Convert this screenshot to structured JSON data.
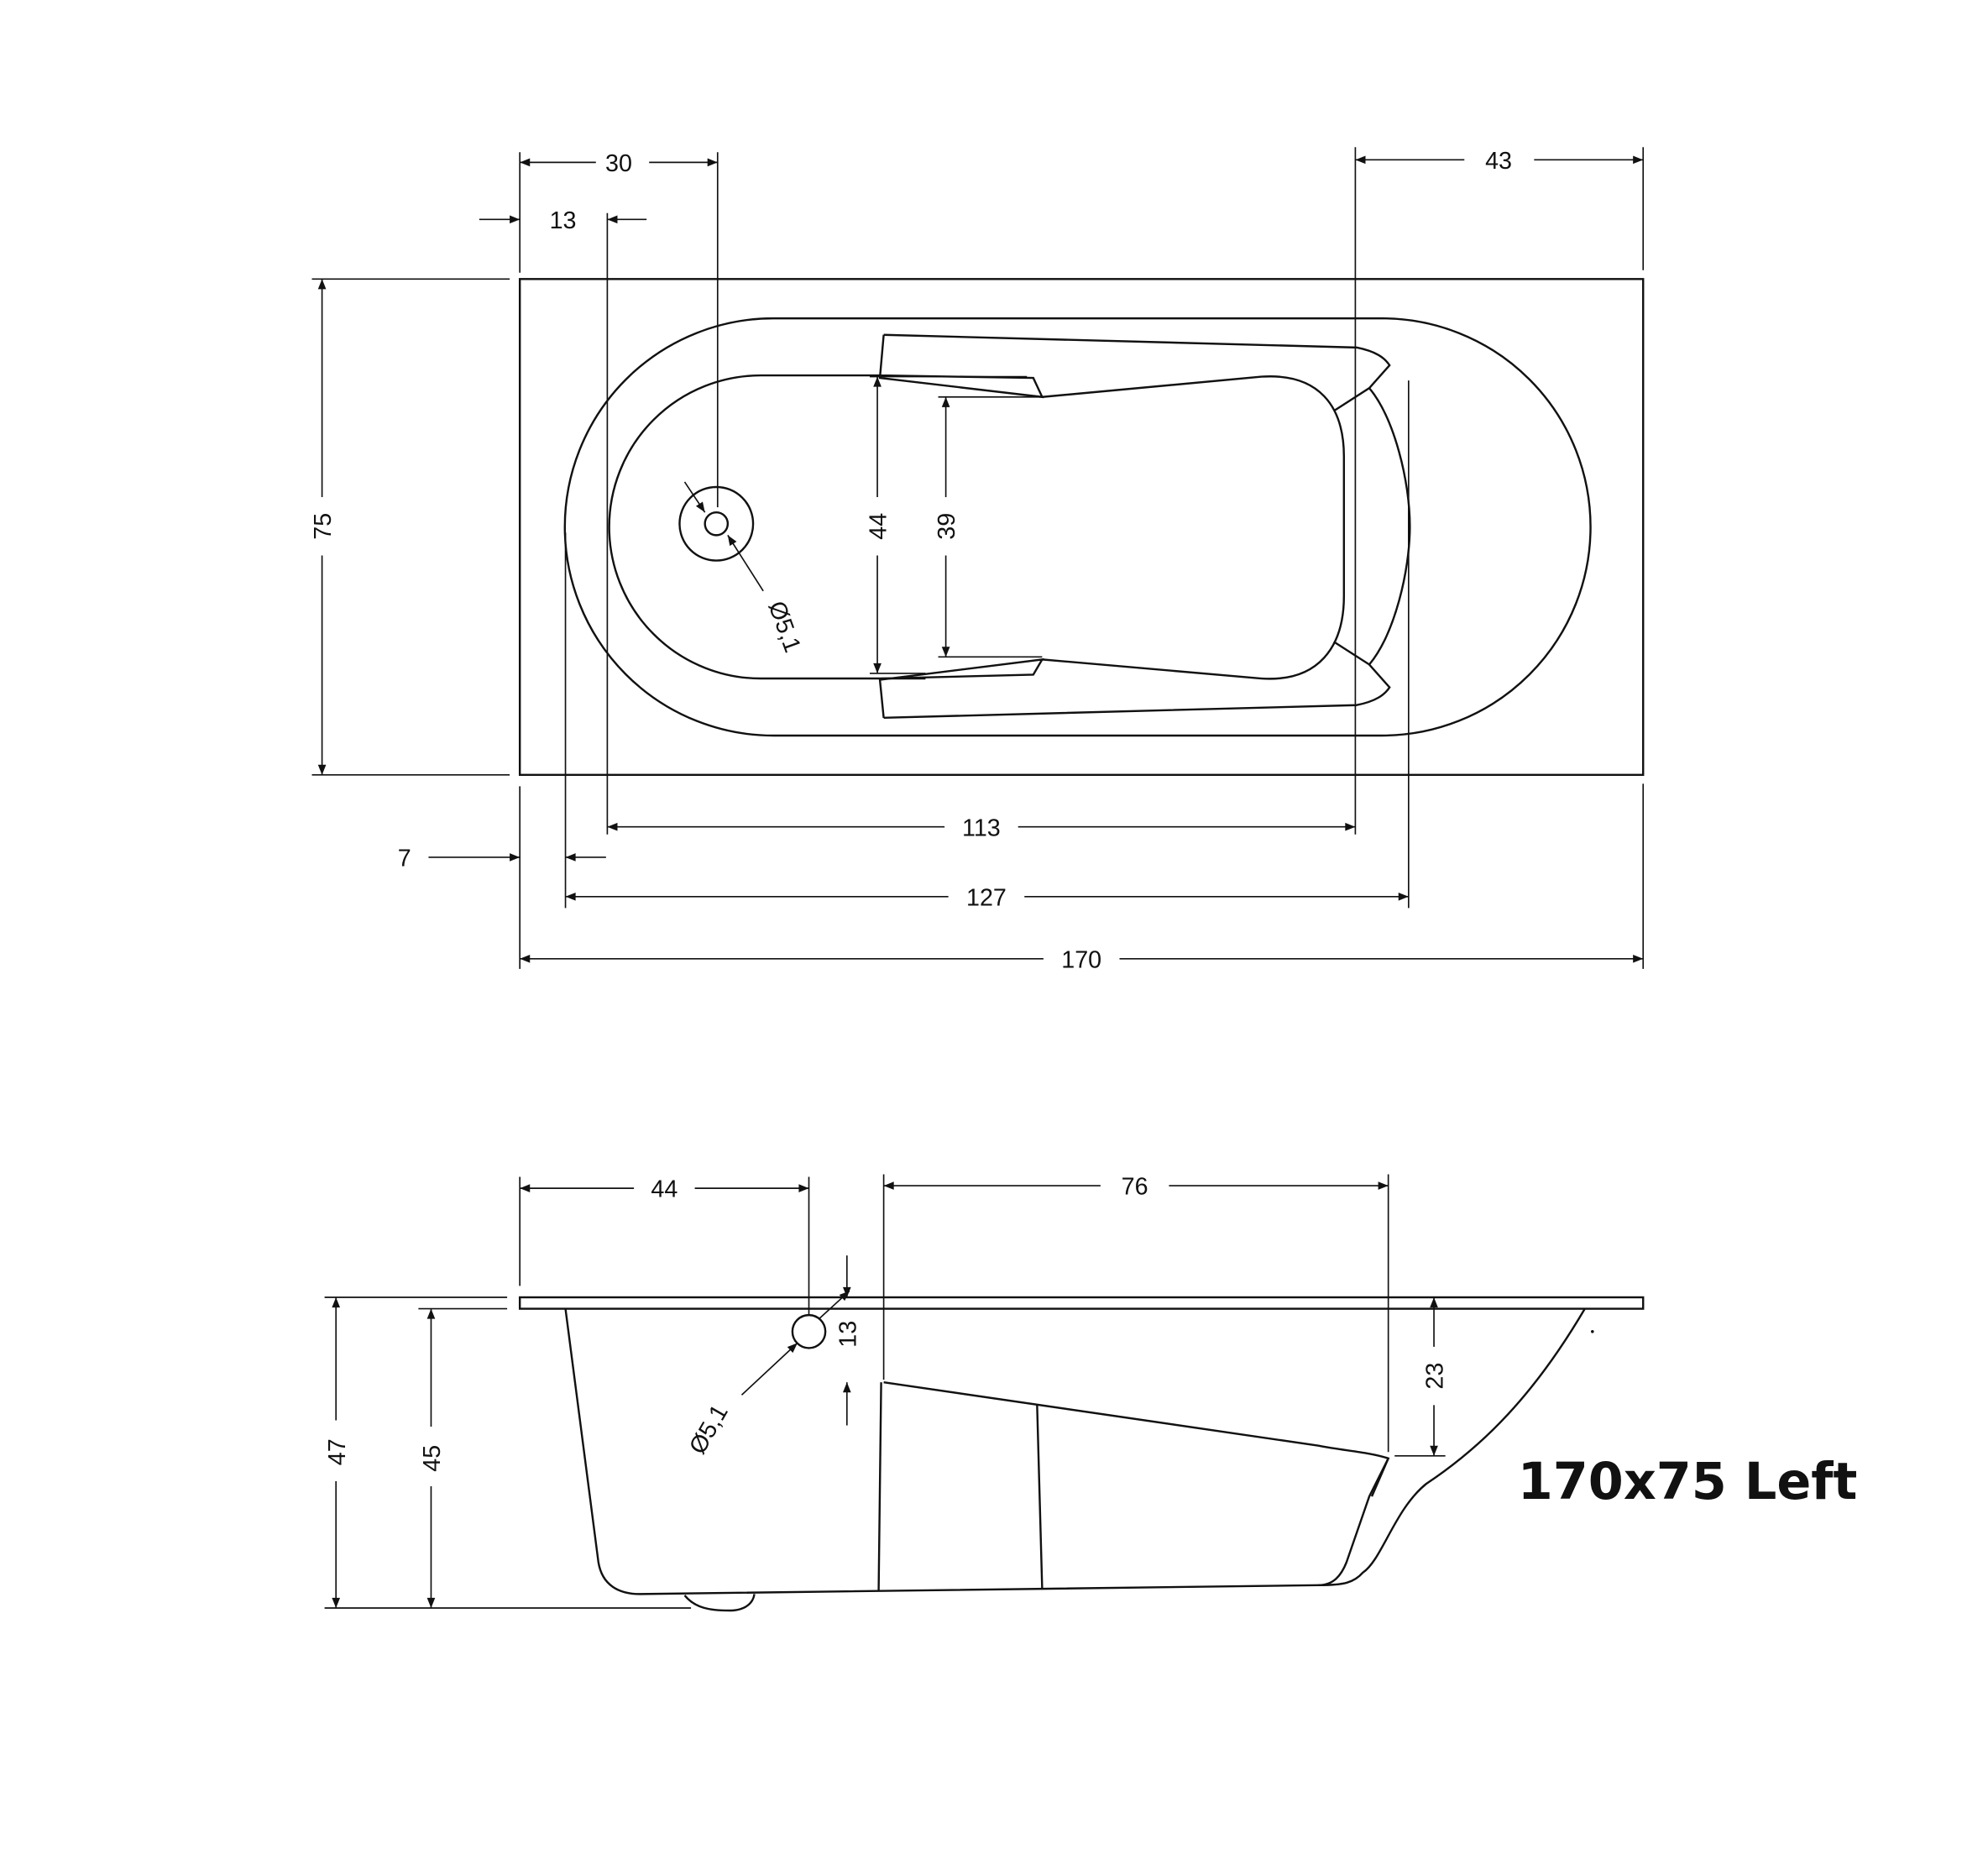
{
  "title": "170x75 Left",
  "top_view": {
    "dims": {
      "drain_offset": "30",
      "inner_offset": "13",
      "right_offset": "43",
      "width": "75",
      "basin_length": "113",
      "rim_offset": "7",
      "inner_length": "127",
      "length": "170",
      "basin_width_outer": "44",
      "basin_width_inner": "39",
      "drain_diameter": "Ø5,1"
    }
  },
  "side_view": {
    "dims": {
      "drain_position": "44",
      "seat_length": "76",
      "drain_height": "13",
      "seat_depth": "23",
      "total_height": "47",
      "inner_height": "45",
      "drain_diameter": "Ø5,1"
    }
  }
}
